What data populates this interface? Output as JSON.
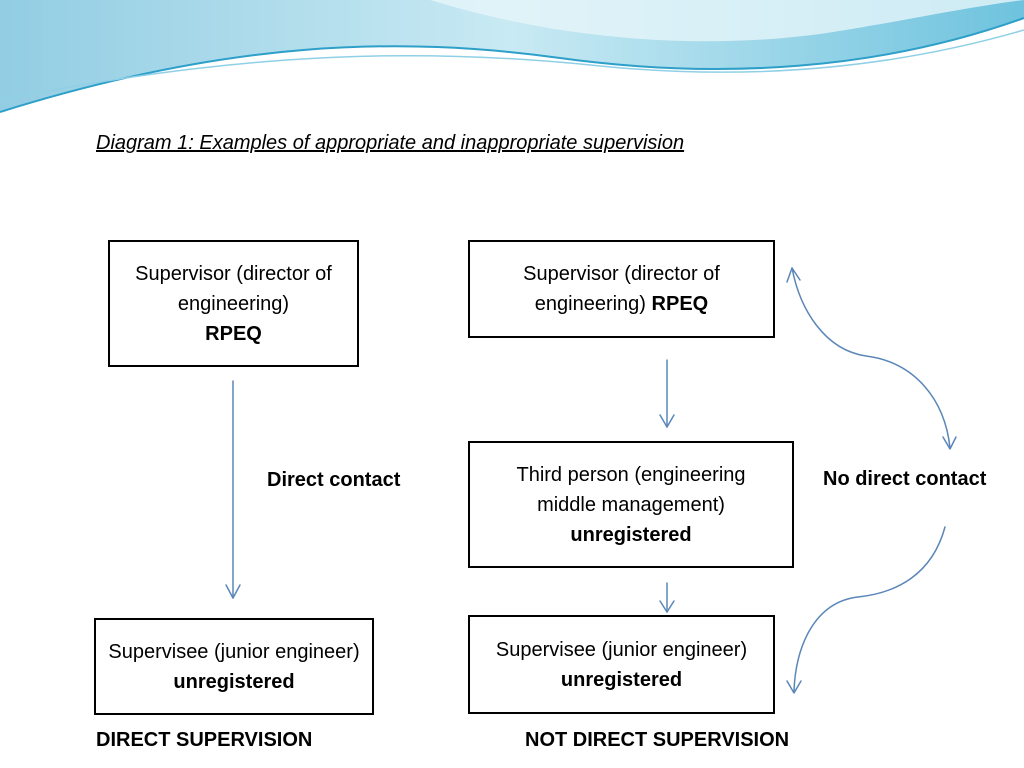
{
  "title": "Diagram 1: Examples of appropriate and inappropriate supervision",
  "left": {
    "supervisor": {
      "text": "Supervisor (director of engineering)",
      "bold": "RPEQ"
    },
    "supervisee": {
      "text": "Supervisee (junior engineer)",
      "bold": "unregistered"
    },
    "edge_label": "Direct contact",
    "caption": "DIRECT SUPERVISION"
  },
  "right": {
    "supervisor": {
      "text": "Supervisor (director of engineering)",
      "bold": "RPEQ"
    },
    "third_person": {
      "text": "Third person (engineering middle management)",
      "bold": "unregistered"
    },
    "supervisee": {
      "text": "Supervisee (junior engineer)",
      "bold": "unregistered"
    },
    "edge_label": "No direct contact",
    "caption": "NOT DIRECT SUPERVISION"
  },
  "colors": {
    "arrow": "#5b86b8",
    "border": "#000000",
    "banner_light": "#a9dcea",
    "banner_dark": "#2d9fc8"
  }
}
